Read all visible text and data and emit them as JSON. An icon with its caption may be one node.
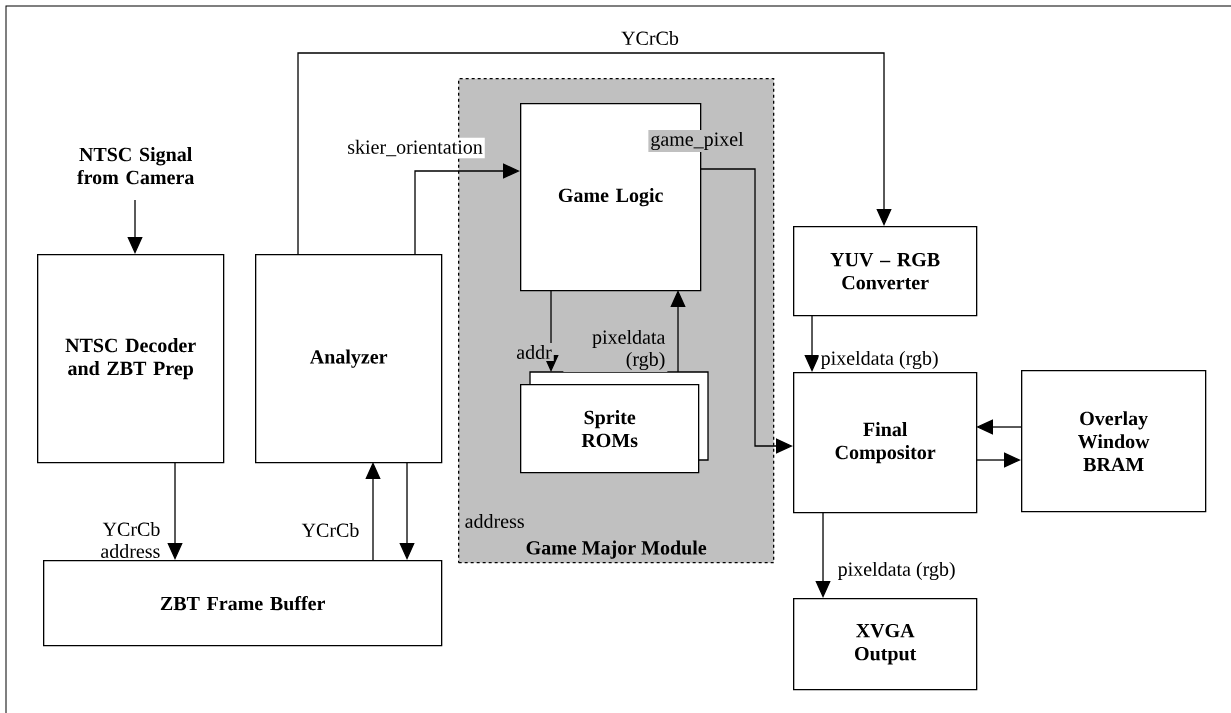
{
  "diagram": {
    "nodes": [
      {
        "text": [
          "Game Major Module"
        ]
      },
      {
        "text": [
          "NTSC Signal from Camera"
        ]
      },
      {
        "text": [
          "NTSC Decoder and ZBT Prep"
        ]
      },
      {
        "text": [
          "Analyzer"
        ]
      },
      {
        "text": [
          "Game Logic"
        ],
        "in": 0
      },
      {
        "text": [
          "Sprite ROMs"
        ],
        "in": 0
      },
      {
        "text": [
          "YUV – RGB Converter"
        ]
      },
      {
        "text": [
          "Final Compositor"
        ]
      },
      {
        "text": [
          "Overlay Window BRAM"
        ]
      },
      {
        "text": [
          "ZBT Frame Buffer"
        ]
      },
      {
        "text": [
          "XVGA Output"
        ]
      }
    ],
    "edges": [
      {
        "from": 1,
        "to": 2,
        "arrow": "to"
      },
      {
        "from": 3,
        "to": 6,
        "arrow": "to",
        "label": "YCrCb"
      },
      {
        "from": 3,
        "to": 4,
        "arrow": "to",
        "label": "skier_orientation"
      },
      {
        "from": 4,
        "to": 7,
        "arrow": "to",
        "label": "game_pixel"
      },
      {
        "from": 4,
        "to": 5,
        "arrow": "to",
        "label": "addr"
      },
      {
        "from": 5,
        "to": 4,
        "arrow": "to",
        "label": "pixeldata (rgb)"
      },
      {
        "from": 6,
        "to": 7,
        "arrow": "to",
        "label": "pixeldata (rgb)"
      },
      {
        "from": 8,
        "to": 7,
        "arrow": "to"
      },
      {
        "from": 7,
        "to": 8,
        "arrow": "to"
      },
      {
        "from": 7,
        "to": 10,
        "arrow": "to",
        "label": "pixeldata (rgb)"
      },
      {
        "from": 2,
        "to": 9,
        "arrow": "to",
        "label": "YCrCb address"
      },
      {
        "from": 9,
        "to": 3,
        "arrow": "to",
        "label": "YCrCb"
      },
      {
        "from": 3,
        "to": 9,
        "arrow": "to",
        "label": "address"
      }
    ]
  }
}
